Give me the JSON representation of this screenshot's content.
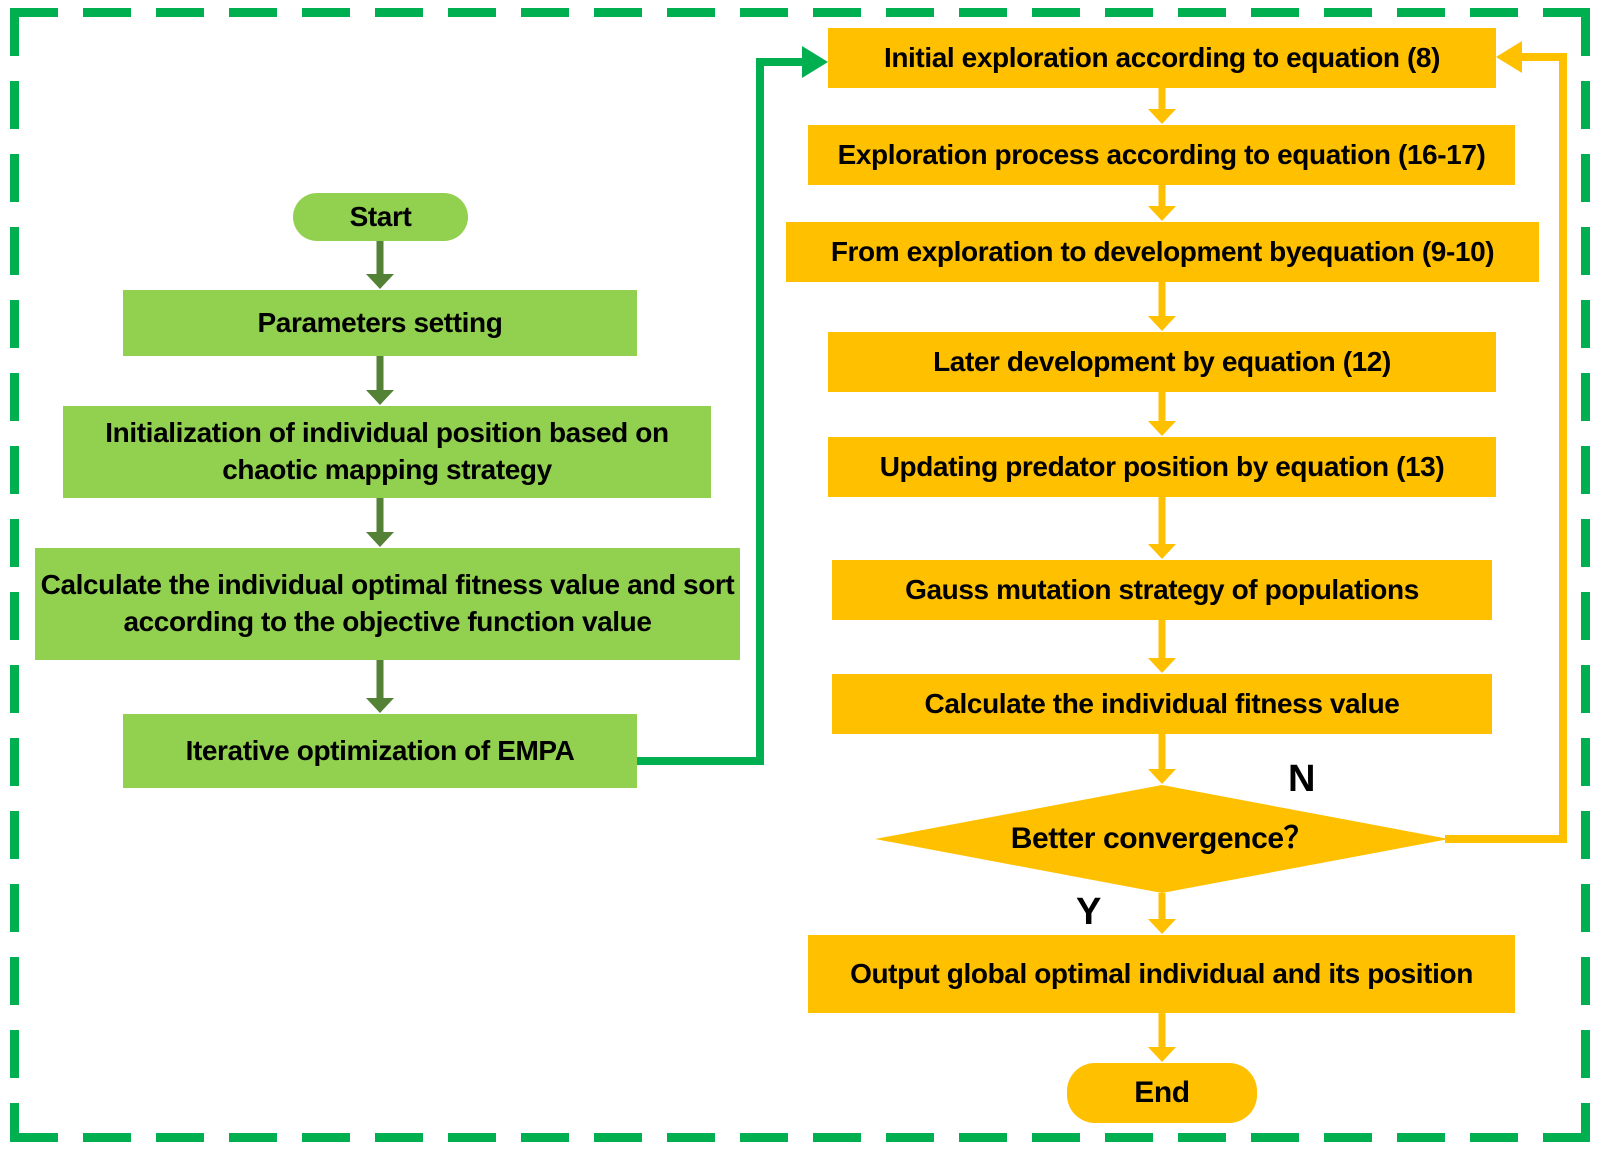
{
  "diagram": {
    "left_column": {
      "start": "Start",
      "parameters": "Parameters setting",
      "initialization": "Initialization of individual position based on chaotic mapping strategy",
      "calculate_sort": "Calculate the individual optimal fitness value and sort according to the objective function value",
      "empa": "Iterative optimization of EMPA"
    },
    "right_column": {
      "initial_exploration": "Initial exploration according to equation (8)",
      "exploration_process": "Exploration process  according to equation (16-17)",
      "exploration_to_development": "From exploration to development byequation (9-10)",
      "later_development": "Later development by equation (12)",
      "updating_predator": "Updating predator position by equation (13)",
      "gauss_mutation": "Gauss mutation strategy of populations",
      "calculate_fitness": "Calculate the individual fitness value",
      "decision": "Better convergence？",
      "output": "Output global optimal individual and its position",
      "end": "End"
    },
    "edge_labels": {
      "no": "N",
      "yes": "Y"
    },
    "colors": {
      "process_box_green": "#92D050",
      "flow_arrow_dark_green": "#538135",
      "loop_connector_green": "#00B050",
      "process_box_orange": "#FFC000",
      "flow_arrow_orange": "#FFC000",
      "dashed_border_green": "#00B050",
      "text": "#000000"
    }
  }
}
